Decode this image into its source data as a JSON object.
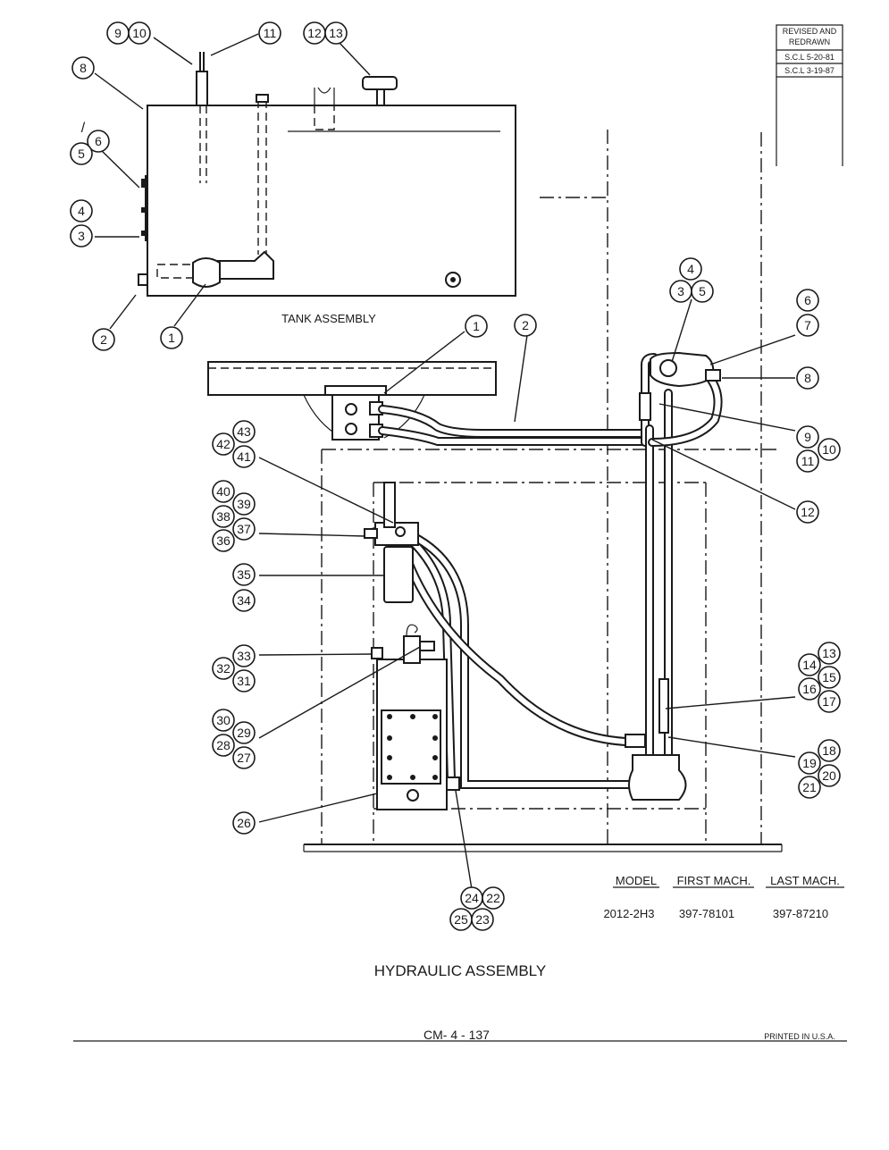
{
  "revision": {
    "title_line1": "REVISED AND",
    "title_line2": "REDRAWN",
    "rows": [
      "S.C.L 5-20-81",
      "S.C.L 3-19-87"
    ]
  },
  "tank_assembly_label": "TANK ASSEMBLY",
  "tank_callouts": [
    "9",
    "10",
    "11",
    "12",
    "13",
    "8",
    "6",
    "5",
    "4",
    "3",
    "2",
    "1"
  ],
  "tank_callout_mark": "/",
  "hydraulic_callouts": [
    "1",
    "2",
    "4",
    "3",
    "5",
    "6",
    "7",
    "8",
    "9",
    "10",
    "11",
    "12",
    "43",
    "42",
    "41",
    "40",
    "39",
    "38",
    "37",
    "36",
    "35",
    "34",
    "33",
    "32",
    "31",
    "30",
    "29",
    "28",
    "27",
    "26",
    "13",
    "14",
    "15",
    "16",
    "17",
    "18",
    "19",
    "20",
    "21",
    "24",
    "22",
    "25",
    "23"
  ],
  "model_table": {
    "headers": [
      "MODEL",
      "FIRST MACH.",
      "LAST MACH."
    ],
    "row": [
      "2012-2H3",
      "397-78101",
      "397-87210"
    ]
  },
  "main_title": "HYDRAULIC ASSEMBLY",
  "page_number": "CM- 4 - 137",
  "printed_in": "PRINTED IN U.S.A."
}
